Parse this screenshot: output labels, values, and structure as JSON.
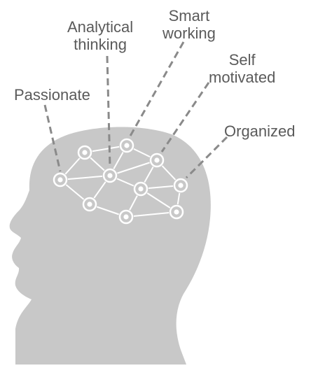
{
  "diagram": {
    "labels": {
      "passionate": "Passionate",
      "analytical_line1": "Analytical",
      "analytical_line2": "thinking",
      "smart_line1": "Smart",
      "smart_line2": "working",
      "self_line1": "Self",
      "self_line2": "motivated",
      "organized": "Organized"
    },
    "colors": {
      "head": "#c8c8c8",
      "node": "#ffffff",
      "network_line": "#ffffff",
      "leader_line": "#8a8a8a",
      "text": "#5a5a5a"
    }
  }
}
